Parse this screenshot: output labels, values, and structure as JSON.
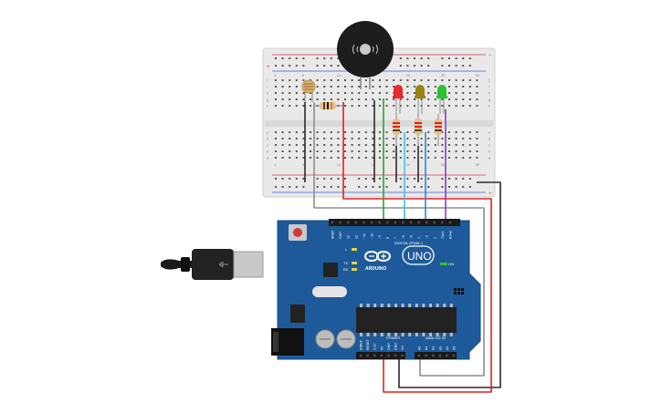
{
  "board": {
    "logo_text": "ARDUINO",
    "model": "UNO",
    "on_label": "ON",
    "tx_label": "TX",
    "rx_label": "RX",
    "l_label": "L",
    "digital_label": "DIGITAL (PWM~)",
    "power_label": "POWER",
    "analog_label": "ANALOG IN",
    "top_pins": [
      "AREF",
      "GND",
      "13",
      "12",
      "~11",
      "~10",
      "~9",
      "8",
      "7",
      "~6",
      "~5",
      "4",
      "~3",
      "2",
      "TX▸1",
      "RX◂0"
    ],
    "power_pins": [
      "IOREF",
      "RESET",
      "3.3V",
      "5V",
      "GND",
      "GND",
      "Vin"
    ],
    "analog_pins": [
      "A0",
      "A1",
      "A2",
      "A3",
      "A4",
      "A5"
    ]
  },
  "breadboard": {
    "row_letters": [
      "j",
      "i",
      "h",
      "g",
      "f",
      "e",
      "d",
      "c",
      "b",
      "a"
    ],
    "col_numbers": [
      "1",
      "5",
      "10",
      "15",
      "20",
      "25",
      "30"
    ],
    "plus_label": "+",
    "minus_label": "−"
  },
  "components": {
    "leds": [
      {
        "name": "red-led",
        "color": "#e8292b"
      },
      {
        "name": "yellow-led",
        "color": "#9c8412"
      },
      {
        "name": "green-led",
        "color": "#2ec12e"
      }
    ],
    "wire_colors": {
      "green": "#2ba52b",
      "cyan": "#3ec2e6",
      "blue": "#2a88d8",
      "purple": "#8a3fc0",
      "red": "#e02020",
      "black": "#2a2a2a",
      "gray": "#8e8e8e"
    }
  }
}
